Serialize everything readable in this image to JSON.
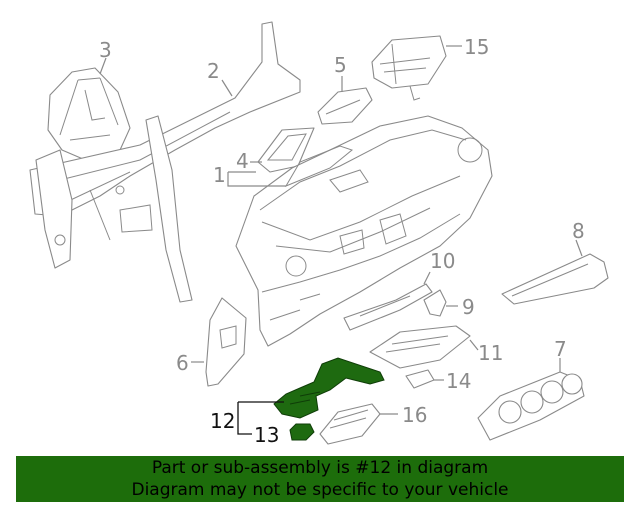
{
  "callouts": {
    "c1": "1",
    "c2": "2",
    "c3": "3",
    "c4": "4",
    "c5": "5",
    "c6": "6",
    "c7": "7",
    "c8": "8",
    "c9": "9",
    "c10": "10",
    "c11": "11",
    "c12": "12",
    "c13": "13",
    "c14": "14",
    "c15": "15",
    "c16": "16"
  },
  "banner": {
    "line1": "Part or sub-assembly is #12 in diagram",
    "line2": "Diagram may not be specific to your vehicle"
  },
  "colors": {
    "highlight": "#1e6a10",
    "banner": "#1d6d0b",
    "line": "#8a8a8a"
  }
}
